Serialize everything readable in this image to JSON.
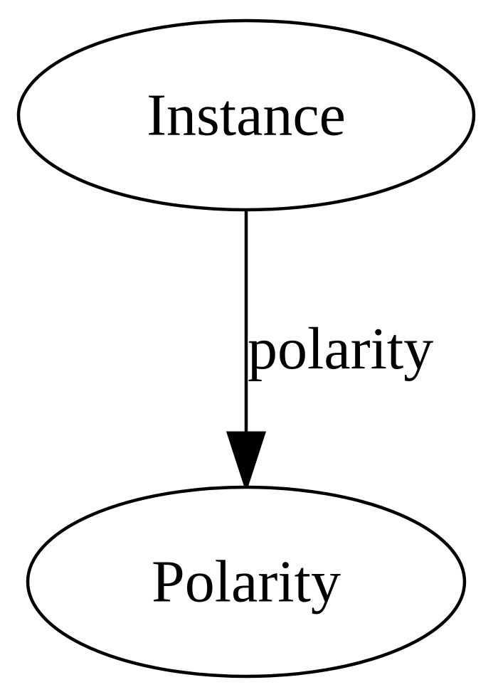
{
  "nodes": {
    "source": {
      "label": "Instance"
    },
    "target": {
      "label": "Polarity"
    }
  },
  "edge": {
    "label": "polarity"
  },
  "colors": {
    "stroke": "#000000",
    "fill": "#ffffff",
    "background": "#ffffff"
  }
}
